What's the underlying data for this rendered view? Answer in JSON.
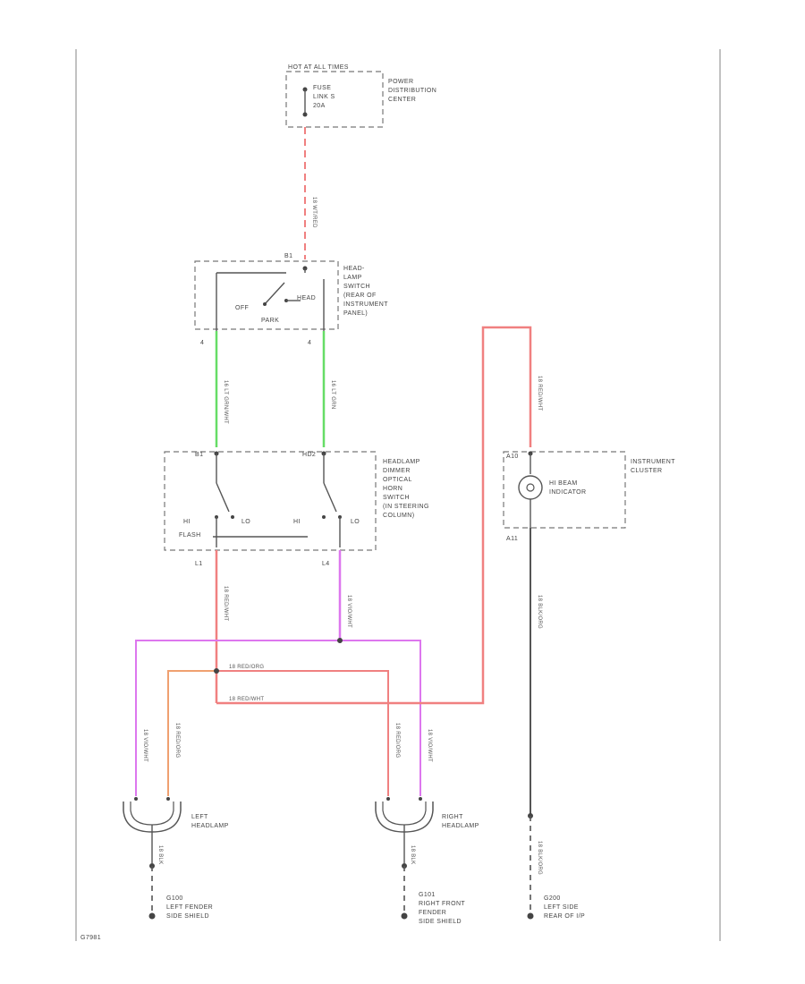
{
  "colors": {
    "red": "#f08080",
    "green": "#66dd66",
    "violet": "#dd77ee",
    "orange": "#f0a070",
    "black": "#555555",
    "background": "#ffffff"
  },
  "components": {
    "fuse_block": {
      "header": "HOT AT ALL TIMES",
      "fuse_label": [
        "FUSE",
        "LINK S",
        "20A"
      ],
      "location": [
        "POWER",
        "DISTRIBUTION",
        "CENTER"
      ]
    },
    "headlamp_switch": {
      "terminal_top": "B1",
      "pos_off": "OFF",
      "pos_head": "HEAD",
      "pos_park": "PARK",
      "location": [
        "HEAD-",
        "LAMP",
        "SWITCH",
        "(REAR OF",
        "INSTRUMENT",
        "PANEL)"
      ],
      "pin_left": "4",
      "pin_right": "4"
    },
    "dimmer_switch": {
      "terminal_left": "B1",
      "terminal_right": "HD2",
      "hi_left": "HI",
      "lo_left": "LO",
      "hi_right": "HI",
      "lo_right": "LO",
      "flash": "FLASH",
      "pin_bottom_left": "L1",
      "pin_bottom_right": "L4",
      "location": [
        "HEADLAMP",
        "DIMMER",
        "OPTICAL",
        "HORN",
        "SWITCH",
        "(IN STEERING",
        "COLUMN)"
      ]
    },
    "cluster": {
      "pin_top": "A10",
      "pin_bottom": "A11",
      "indicator": [
        "HI BEAM",
        "INDICATOR"
      ],
      "location": [
        "INSTRUMENT",
        "CLUSTER"
      ]
    },
    "left_headlamp": {
      "name": [
        "LEFT",
        "HEADLAMP"
      ]
    },
    "right_headlamp": {
      "name": [
        "RIGHT",
        "HEADLAMP"
      ]
    }
  },
  "wires": {
    "fuse_feed": "18 WT/RED",
    "sw_left": "16 LT GRN/WHT",
    "sw_right": "16 LT GRN",
    "dim_left_out": "18 RED/WHT",
    "dim_right_out": "18 VIO/WHT",
    "splice_orange": "18 RED/ORG",
    "splice_red": "18 RED/WHT",
    "indicator_feed": "18 RED/WHT",
    "indicator_ground": "18 BLK/ORG",
    "lh_violet": "18 VIO/WHT",
    "lh_orange": "18 RED/ORG",
    "rh_orange": "18 RED/ORG",
    "rh_violet": "18 VIO/WHT",
    "lh_ground": "18 BLK",
    "rh_ground": "18 BLK",
    "cl_ground": "18 BLK/ORG"
  },
  "grounds": {
    "left": [
      "G100",
      "LEFT FENDER",
      "SIDE SHIELD"
    ],
    "right": [
      "G101",
      "RIGHT FRONT",
      "FENDER",
      "SIDE SHIELD"
    ],
    "cluster": [
      "G200",
      "LEFT SIDE",
      "REAR OF I/P"
    ]
  },
  "footer_code": "G7981"
}
